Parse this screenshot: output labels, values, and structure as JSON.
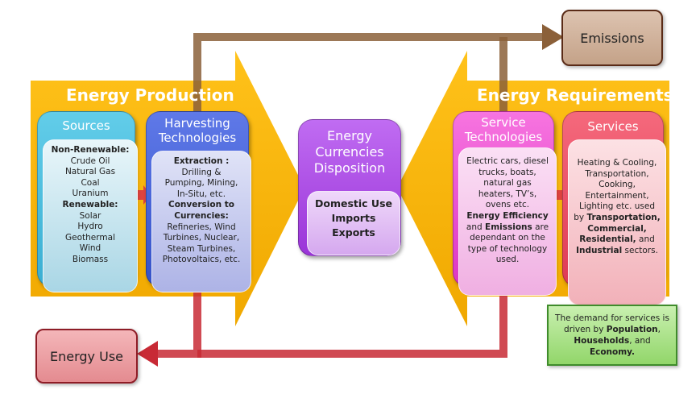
{
  "production": {
    "title": "Energy Production",
    "sources": {
      "title": "Sources",
      "nonrenewable_heading": "Non-Renewable:",
      "nonrenewable": [
        "Crude Oil",
        "Natural Gas",
        "Coal",
        "Uranium"
      ],
      "renewable_heading": "Renewable:",
      "renewable": [
        "Solar",
        "Hydro",
        "Geothermal",
        "Wind",
        "Biomass"
      ]
    },
    "harvesting": {
      "title_line1": "Harvesting",
      "title_line2": "Technologies",
      "extraction_heading": "Extraction :",
      "extraction": [
        "Drilling &",
        "Pumping, Mining,",
        "In-Situ, etc."
      ],
      "conversion_heading_1": "Conversion to",
      "conversion_heading_2": "Currencies:",
      "conversion": [
        "Refineries, Wind",
        "Turbines, Nuclear,",
        "Steam Turbines,",
        "Photovoltaics, etc."
      ]
    }
  },
  "currencies": {
    "title_lines": [
      "Energy",
      "Currencies",
      "Disposition"
    ],
    "items": [
      "Domestic Use",
      "Imports",
      "Exports"
    ]
  },
  "requirements": {
    "title": "Energy Requirements",
    "service_tech": {
      "title_line1": "Service",
      "title_line2": "Technologies",
      "lines": [
        "Electric cars, diesel",
        "trucks, boats,",
        "natural gas",
        "heaters, TV’s,",
        "ovens etc."
      ],
      "efficiency": "Energy Efficiency",
      "and": "and",
      "emissions": "Emissions",
      "are": "are",
      "tail": [
        "dependant on the",
        "type of technology",
        "used."
      ]
    },
    "services": {
      "title": "Services",
      "lines": [
        "Heating & Cooling,",
        "Transportation,",
        "Cooking,",
        "Entertainment,",
        "Lighting etc. used"
      ],
      "by": "by",
      "transportation": "Transportation,",
      "commercial": "Commercial,",
      "residential": "Residential,",
      "and": "and",
      "industrial": "Industrial",
      "sectors": "sectors."
    }
  },
  "emissions_label": "Emissions",
  "energy_use_label": "Energy Use",
  "demand": {
    "line1": "The demand for services is",
    "line2_prefix": "driven by",
    "population": "Population",
    "comma": ",",
    "households": "Households",
    "and": ", and",
    "economy": "Economy."
  },
  "colors": {
    "orange": "#f5b400",
    "brown_flow": "#8b6039",
    "red_flow": "#c82a35",
    "green_arrow": "#5cb85c"
  }
}
